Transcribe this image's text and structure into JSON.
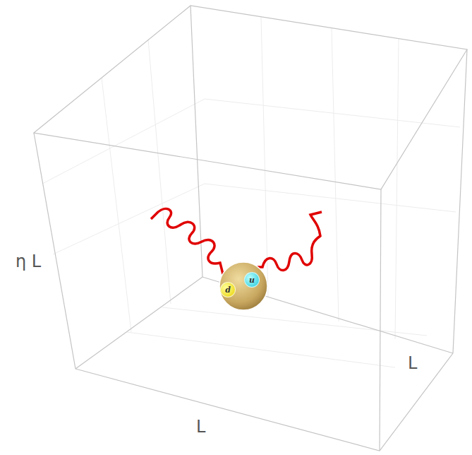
{
  "diagram": {
    "nodes": [
      {
        "text": [
          "d"
        ]
      },
      {
        "text": [
          "u"
        ]
      }
    ],
    "labels": [
      "η L",
      "L",
      "L"
    ]
  }
}
